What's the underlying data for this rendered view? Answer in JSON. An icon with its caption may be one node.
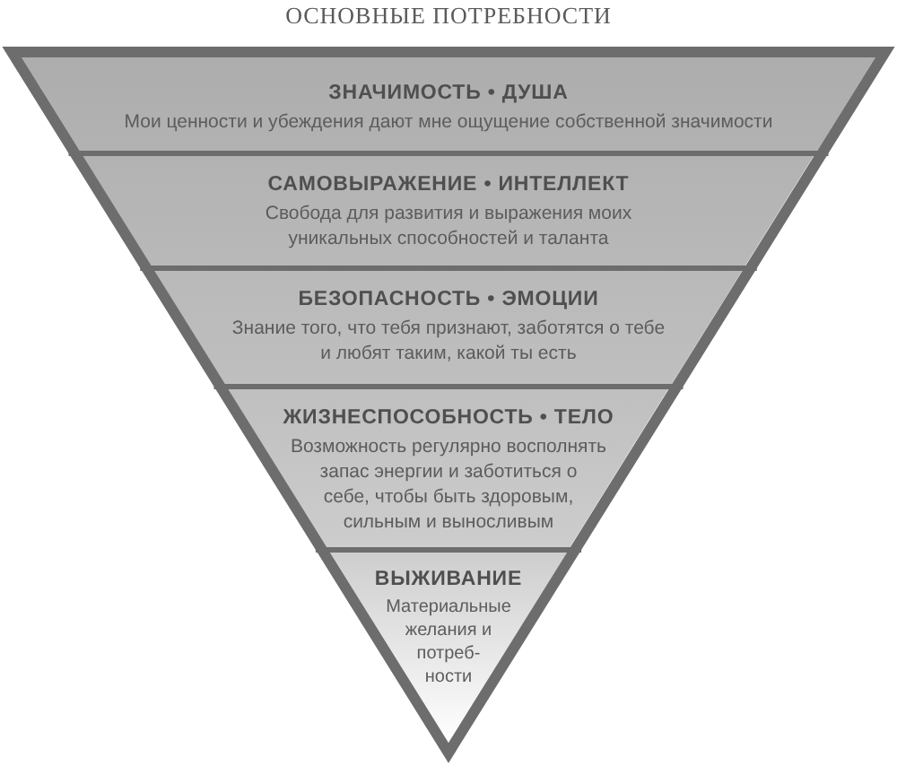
{
  "diagram": {
    "title": "ОСНОВНЫЕ ПОТРЕБНОСТИ",
    "nodes": [
      {
        "text": [
          "ЗНАЧИМОСТЬ • ДУША",
          "Мои ценности и убеждения дают мне ощущение собственной значимости"
        ]
      },
      {
        "text": [
          "САМОВЫРАЖЕНИЕ • ИНТЕЛЛЕКТ",
          "Свобода для развития и выражения моих уникальных способностей и таланта"
        ]
      },
      {
        "text": [
          "БЕЗОПАСНОСТЬ • ЭМОЦИИ",
          "Знание того, что тебя признают, заботятся о тебе и любят таким, какой ты есть"
        ]
      },
      {
        "text": [
          "ЖИЗНЕСПОСОБНОСТЬ • ТЕЛО",
          "Возможность регулярно восполнять запас энергии и заботиться о себе, чтобы быть здоровым, сильным и выносливым"
        ]
      },
      {
        "text": [
          "ВЫЖИВАНИЕ",
          "Материальные желания и потреб- ности"
        ]
      }
    ]
  }
}
